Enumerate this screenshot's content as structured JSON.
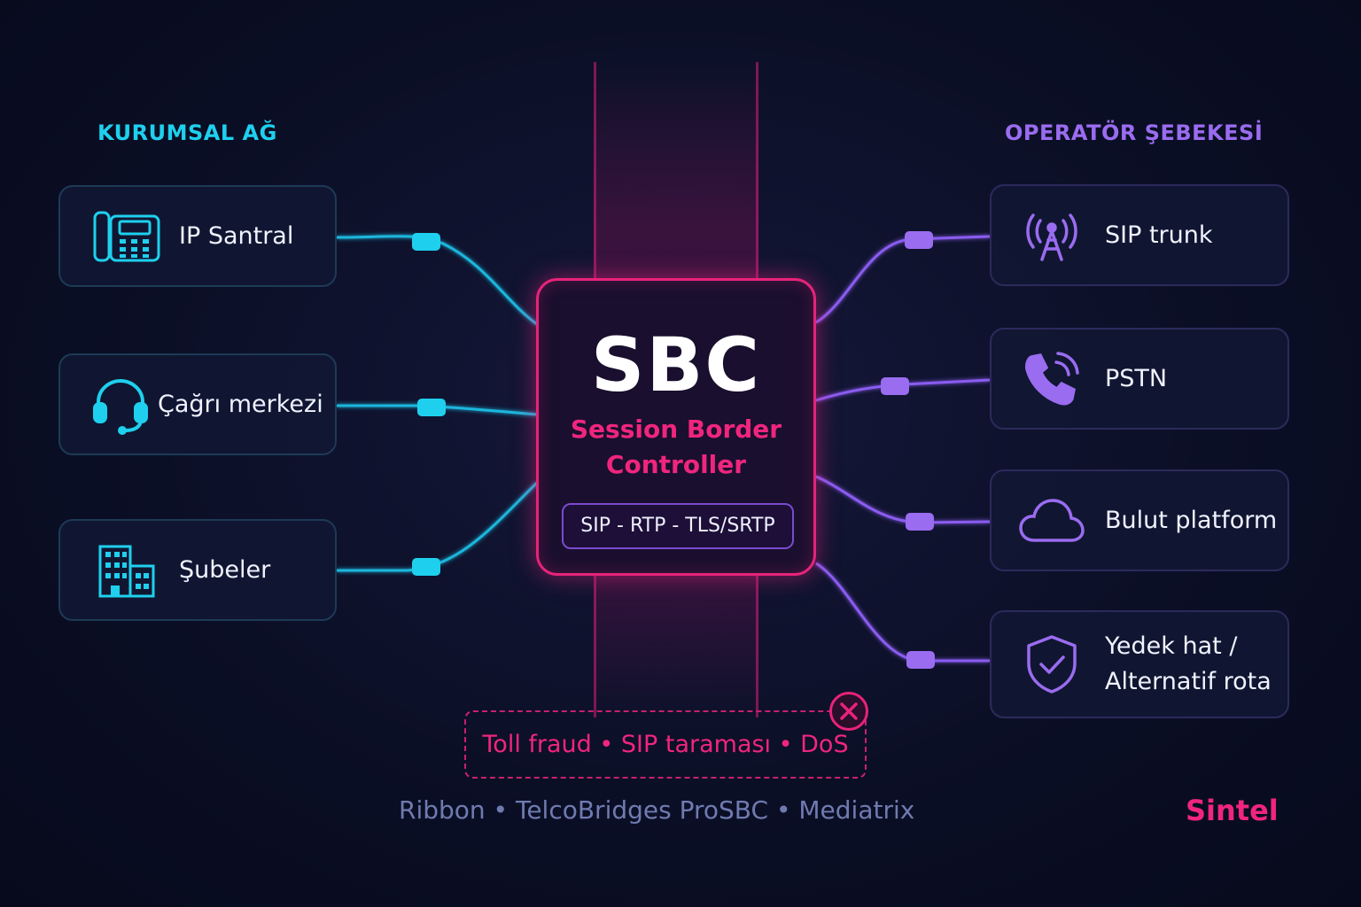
{
  "sections": {
    "left_title": "KURUMSAL AĞ",
    "right_title": "OPERATÖR ŞEBEKESİ"
  },
  "left_nodes": [
    {
      "label": "IP Santral",
      "icon": "ip-phone-icon"
    },
    {
      "label": "Çağrı merkezi",
      "icon": "headset-icon"
    },
    {
      "label": "Şubeler",
      "icon": "buildings-icon"
    }
  ],
  "right_nodes": [
    {
      "label": "SIP trunk",
      "icon": "antenna-icon"
    },
    {
      "label": "PSTN",
      "icon": "phone-call-icon"
    },
    {
      "label": "Bulut platform",
      "icon": "cloud-icon"
    },
    {
      "label_line1": "Yedek hat /",
      "label_line2": "Alternatif rota",
      "icon": "shield-check-icon"
    }
  ],
  "sbc": {
    "title": "SBC",
    "subtitle_line1": "Session Border",
    "subtitle_line2": "Controller",
    "protocols": "SIP - RTP - TLS/SRTP"
  },
  "threats": {
    "text": "Toll fraud • SIP taraması • DoS",
    "icon": "close-circle-icon"
  },
  "footer": {
    "vendors": "Ribbon  •  TelcoBridges ProSBC  •  Mediatrix",
    "brand": "Sintel"
  },
  "colors": {
    "left_accent": "#1ed0ee",
    "right_accent": "#9a6cf0",
    "sbc_accent": "#e8237a",
    "background": "#0b0f26"
  }
}
